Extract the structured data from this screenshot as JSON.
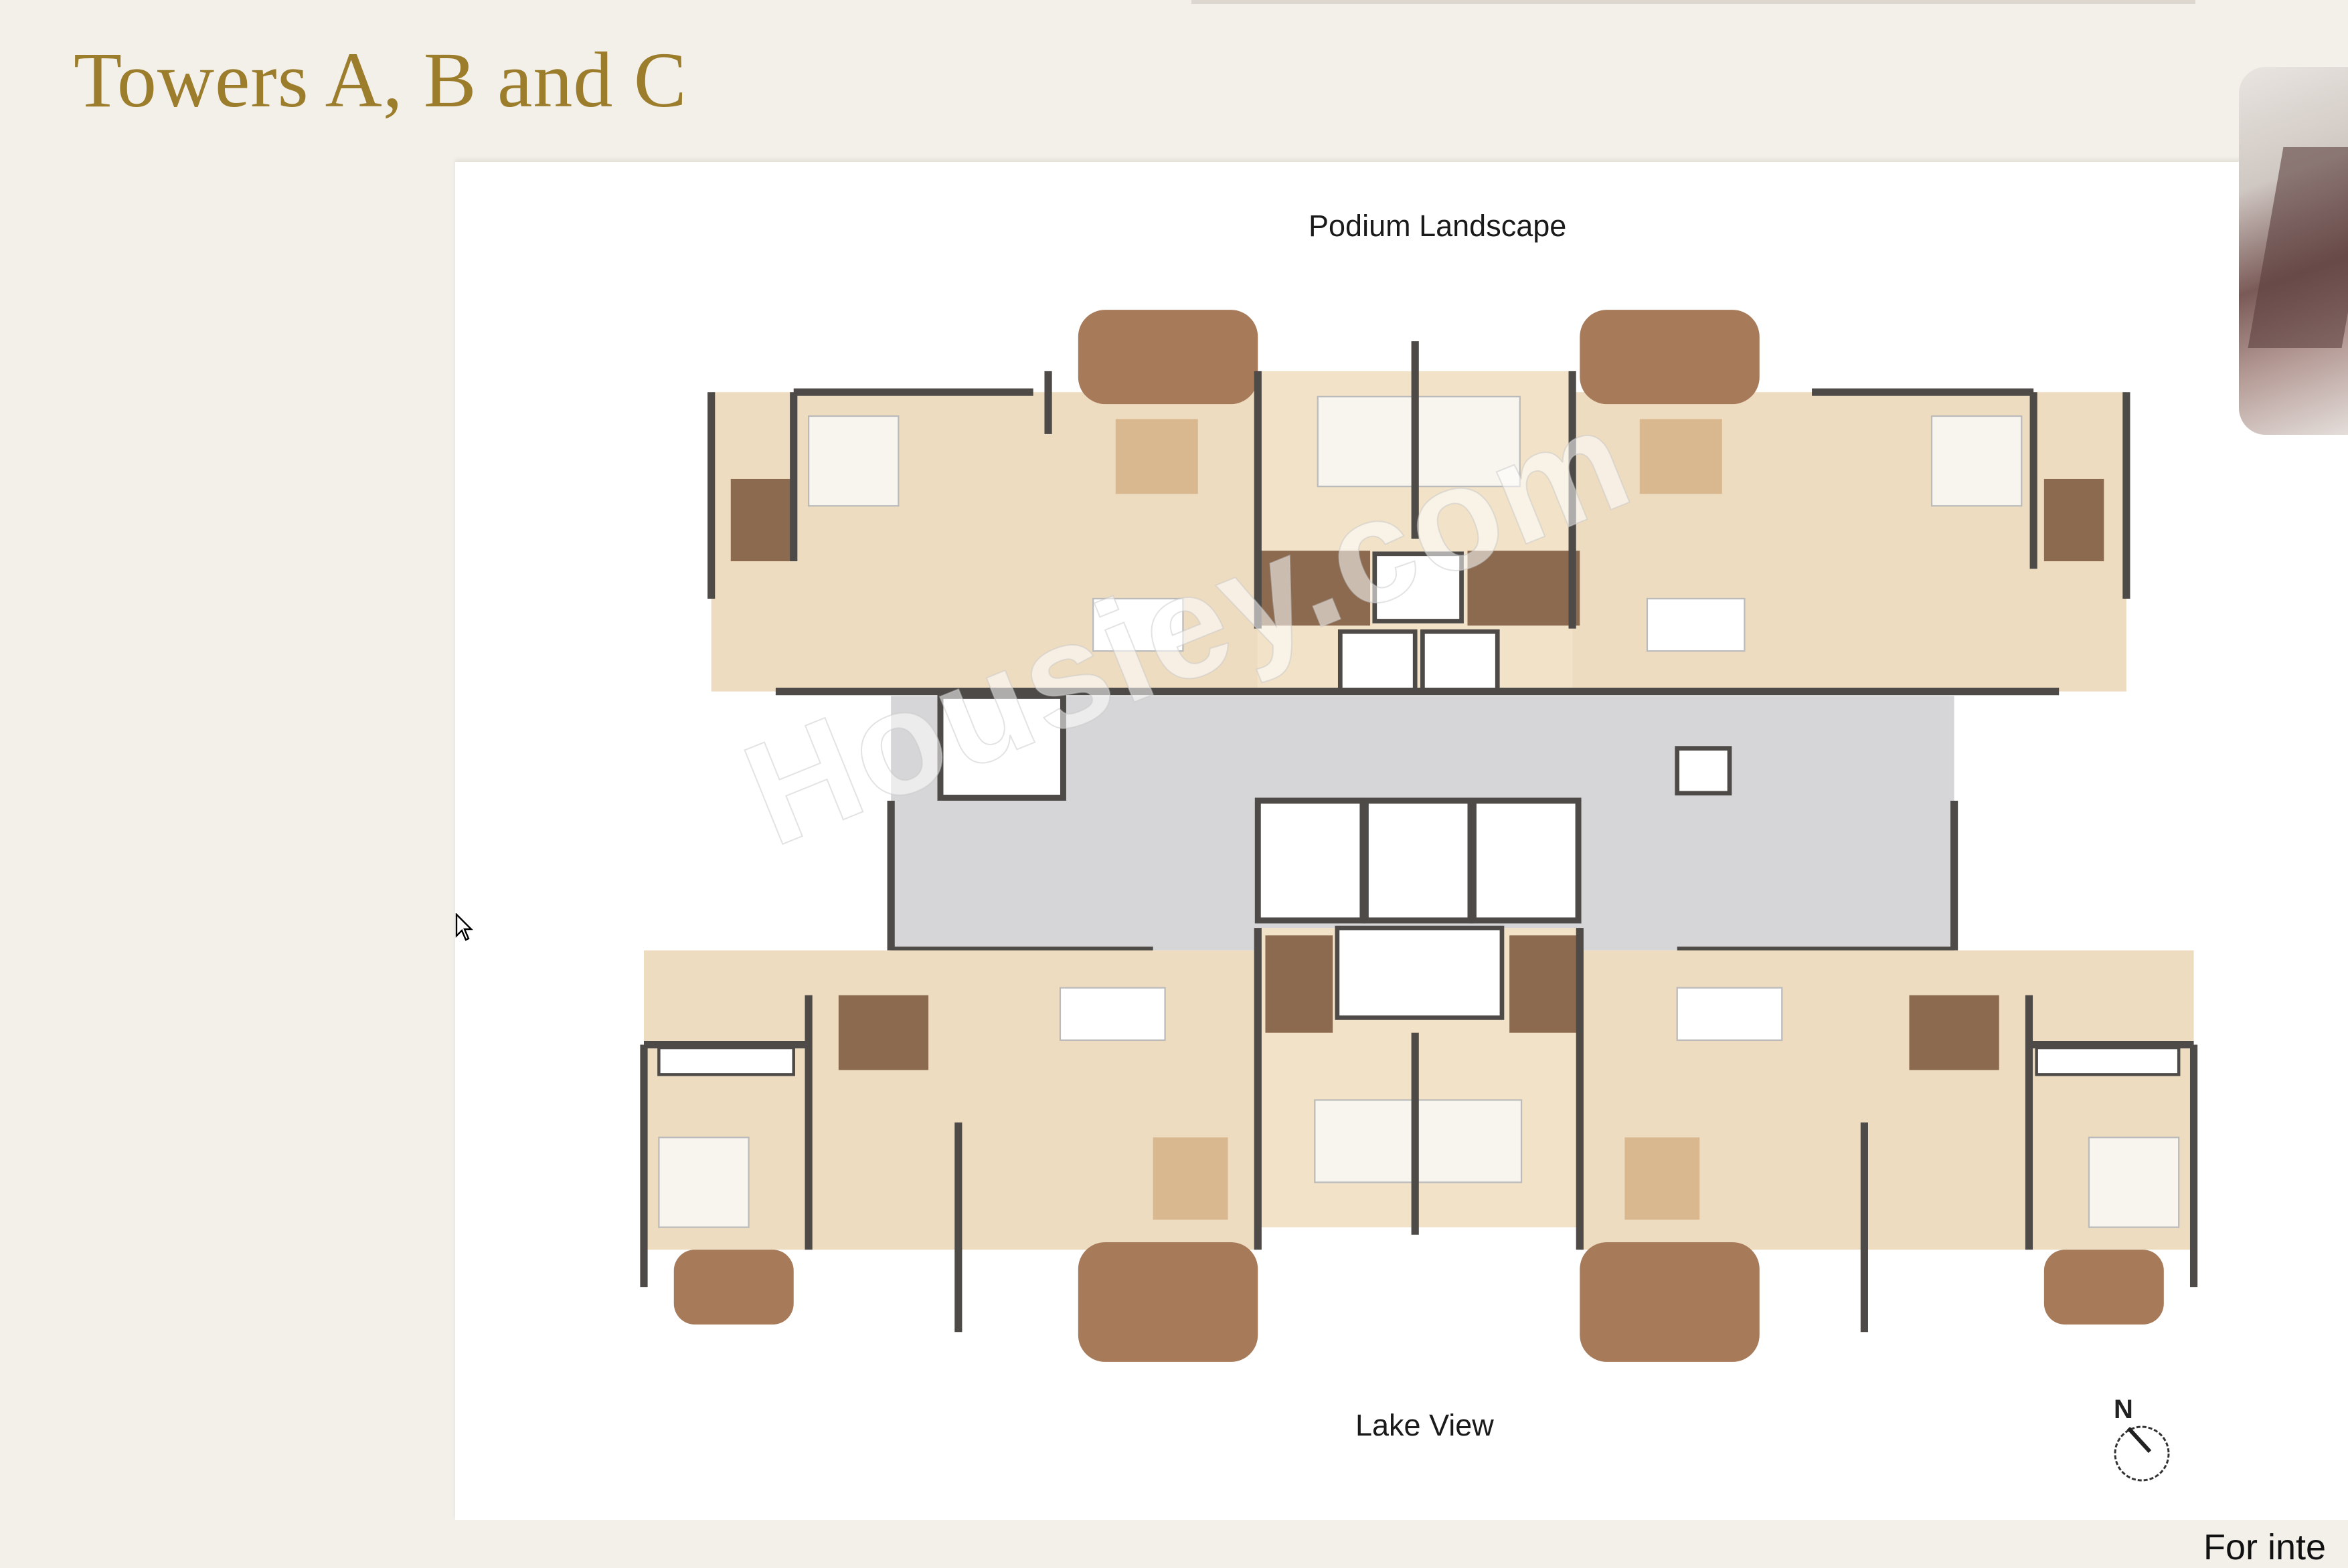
{
  "page": {
    "title": "Towers A, B and C",
    "footer_text": "For inte"
  },
  "floor_plan": {
    "top_label": "Podium Landscape",
    "bottom_label": "Lake View",
    "north_label": "N",
    "watermark": "Housiey.com",
    "colors": {
      "room_floor": "#eedcc0",
      "balcony": "#a77a5a",
      "wall": "#4d4a47",
      "core": "#d6d6d8",
      "lift": "#ffffff",
      "toilet": "#8c6a50"
    }
  },
  "icons": {
    "cursor": "mouse-pointer-icon",
    "compass": "north-arrow-icon"
  }
}
